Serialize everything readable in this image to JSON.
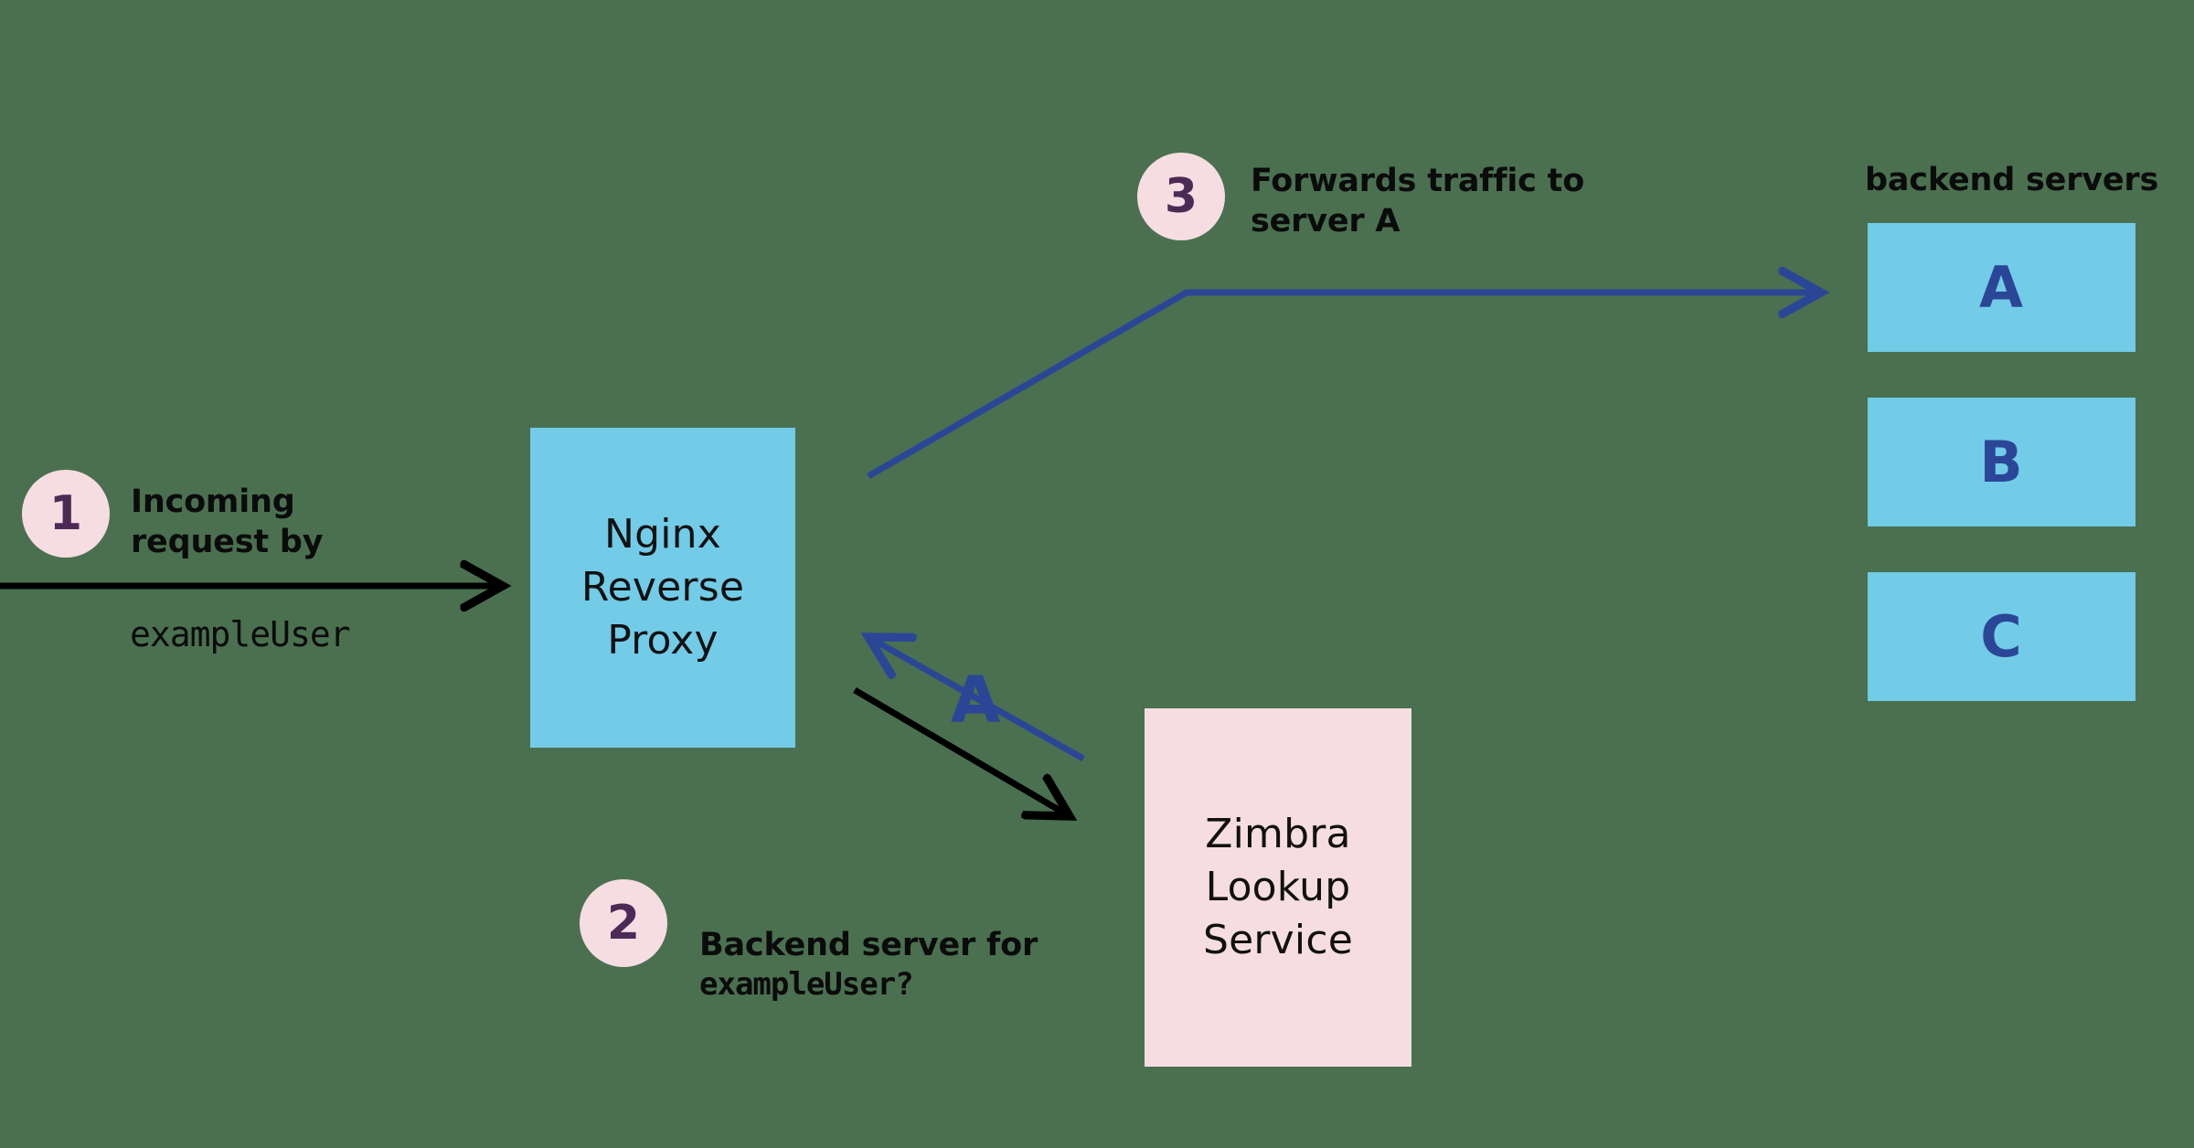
{
  "diagram": {
    "title": "Nginx Reverse Proxy request routing",
    "background_color": "#4a7050",
    "colors": {
      "box_blue": "#72cbe7",
      "box_pink": "#f6dde1",
      "accent_blue": "#2b4697",
      "badge_text": "#4d2a56",
      "text_dark": "#0b0b0b"
    }
  },
  "nodes": {
    "proxy": {
      "label": "Nginx\nReverse\nProxy"
    },
    "lookup": {
      "label": "Zimbra\nLookup\nService"
    }
  },
  "servers": {
    "group_label": "backend servers",
    "items": [
      {
        "letter": "A"
      },
      {
        "letter": "B"
      },
      {
        "letter": "C"
      }
    ]
  },
  "steps": [
    {
      "number": "1",
      "text": "Incoming\nrequest by",
      "token": "exampleUser"
    },
    {
      "number": "2",
      "text": "Backend server for",
      "token": "exampleUser?"
    },
    {
      "number": "3",
      "text": "Forwards traffic to\nserver A"
    }
  ],
  "edges": {
    "route_reply_letter": "A"
  }
}
